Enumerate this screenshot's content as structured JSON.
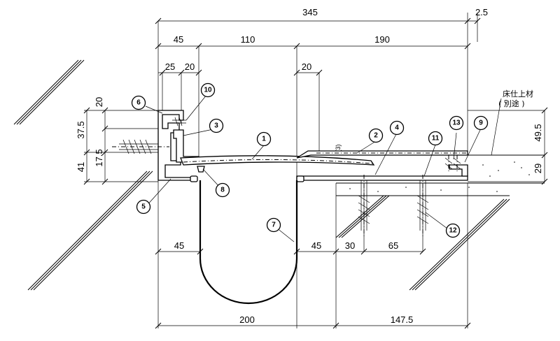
{
  "dimensions": {
    "top_total": "345",
    "top_extra": "2.5",
    "d45": "45",
    "d110": "110",
    "d190": "190",
    "d25": "25",
    "d20a": "20",
    "d20b": "20",
    "left20": "20",
    "left37_5": "37.5",
    "left17_5": "17.5",
    "left41": "41",
    "right49_5": "49.5",
    "right29": "29",
    "small3": "(3)",
    "bottom45a": "45",
    "bottom45b": "45",
    "bottom30": "30",
    "bottom65": "65",
    "bottom200": "200",
    "bottom147_5": "147.5"
  },
  "notes": {
    "floor_finish": "床仕上材",
    "separate": "( 別途 )"
  },
  "callouts": [
    "1",
    "2",
    "3",
    "4",
    "5",
    "6",
    "7",
    "8",
    "9",
    "10",
    "11",
    "12",
    "13"
  ]
}
